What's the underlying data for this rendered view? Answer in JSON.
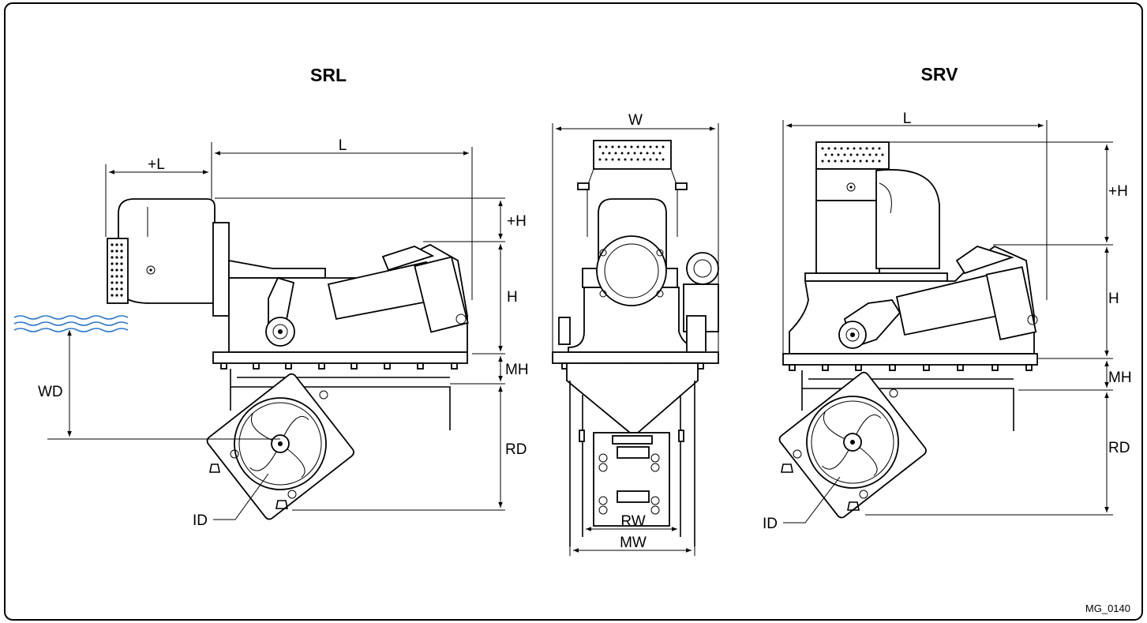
{
  "views": {
    "srl": {
      "title": "SRL"
    },
    "srv": {
      "title": "SRV"
    }
  },
  "dimensions": {
    "srl": {
      "plus_l": "+L",
      "l": "L",
      "plus_h": "+H",
      "h": "H",
      "mh": "MH",
      "rd": "RD",
      "wd": "WD",
      "id": "ID"
    },
    "front": {
      "w": "W",
      "rw": "RW",
      "mw": "MW"
    },
    "srv": {
      "l": "L",
      "plus_h": "+H",
      "h": "H",
      "mh": "MH",
      "rd": "RD",
      "id": "ID"
    }
  },
  "drawing_code": "MG_0140",
  "colors": {
    "water": "#2b78c9",
    "line": "#000000",
    "frame": "#000000"
  }
}
